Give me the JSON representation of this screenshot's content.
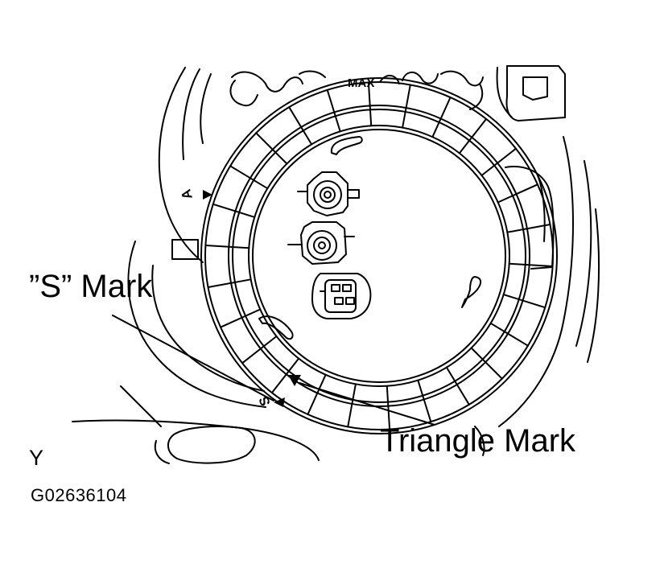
{
  "labels": {
    "max": "MAX",
    "s_mark": "”S” Mark",
    "triangle_mark": "Triangle Mark",
    "corner_letter": "Y",
    "figure_id": "G02636104",
    "ring_letter_a": "A",
    "ring_letter_s": "S"
  },
  "colors": {
    "ink": "#000000",
    "paper": "#ffffff"
  }
}
